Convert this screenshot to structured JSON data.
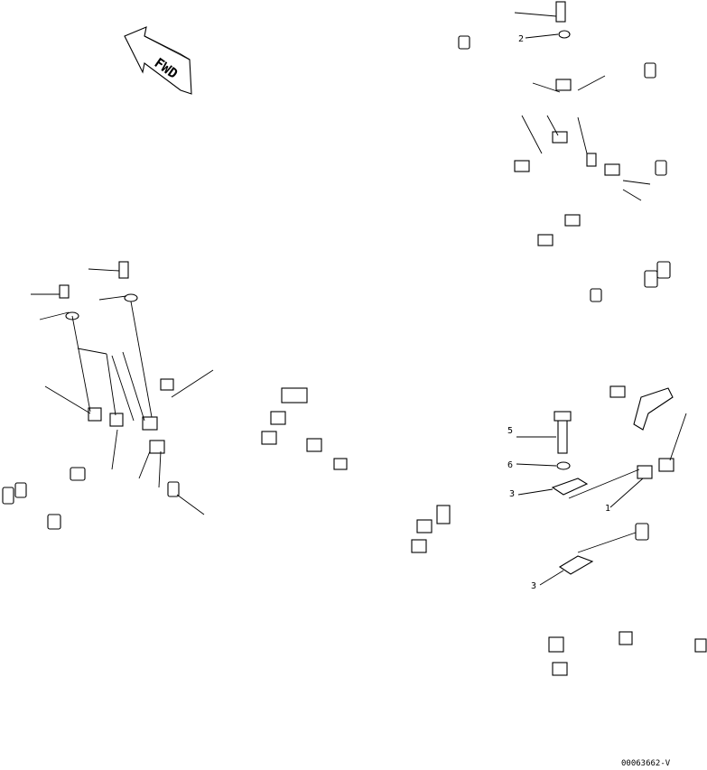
{
  "diagram": {
    "direction_label": "FWD",
    "reference_code": "00063662-V",
    "callouts": [
      {
        "id": "c5",
        "label": "5"
      },
      {
        "id": "c6",
        "label": "6"
      },
      {
        "id": "c3",
        "label": "3"
      },
      {
        "id": "c1",
        "label": "1"
      },
      {
        "id": "c3b",
        "label": "3"
      },
      {
        "id": "c2",
        "label": "2"
      }
    ]
  }
}
